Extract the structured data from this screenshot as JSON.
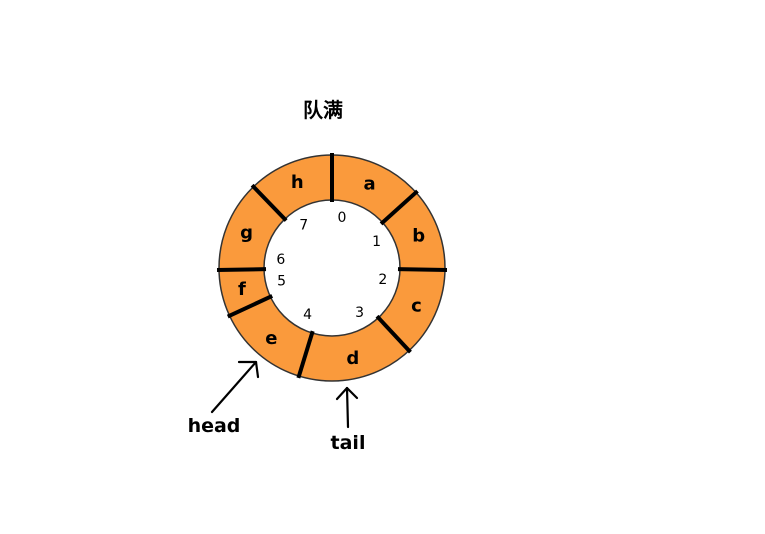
{
  "title": "队满",
  "colors": {
    "ring_fill": "#FA9A3C",
    "ring_stroke": "#333333",
    "divider": "#000000",
    "text": "#000000",
    "background": "#FFFFFF"
  },
  "slots": [
    {
      "index": "0",
      "value": "a"
    },
    {
      "index": "1",
      "value": "b"
    },
    {
      "index": "2",
      "value": "c"
    },
    {
      "index": "3",
      "value": "d"
    },
    {
      "index": "4",
      "value": "e"
    },
    {
      "index": "5",
      "value": "f"
    },
    {
      "index": "6",
      "value": "g"
    },
    {
      "index": "7",
      "value": "h"
    }
  ],
  "pointers": {
    "head": {
      "label": "head",
      "slot_index": 4
    },
    "tail": {
      "label": "tail",
      "slot_index": 3
    }
  }
}
